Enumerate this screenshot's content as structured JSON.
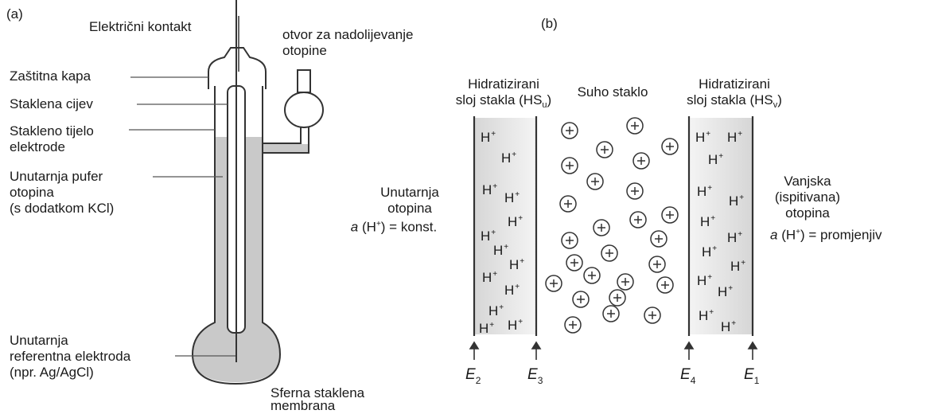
{
  "panel_a": {
    "tag": "(a)",
    "labels": {
      "contact": "Električni kontakt",
      "fill_hole_1": "otvor za nadolijevanje",
      "fill_hole_2": "otopine",
      "cap": "Zaštitna kapa",
      "tube": "Staklena cijev",
      "body_1": "Stakleno tijelo",
      "body_2": "elektrode",
      "buffer_1": "Unutarnja pufer",
      "buffer_2": "otopina",
      "buffer_3": "(s dodatkom KCl)",
      "ref_1": "Unutarnja",
      "ref_2": "referentna elektroda",
      "ref_3": "(npr. Ag/AgCl)",
      "membrane_1": "Sferna staklena",
      "membrane_2": "membrana"
    }
  },
  "panel_b": {
    "tag": "(b)",
    "left_layer_1": "Hidratizirani",
    "left_layer_2": "sloj stakla (HS",
    "left_layer_sub": "u",
    "dry_glass": "Suho staklo",
    "right_layer_1": "Hidratizirani",
    "right_layer_2": "sloj stakla (HS",
    "right_layer_sub": "v",
    "inner_1": "Unutarnja",
    "inner_2": "otopina",
    "inner_3_pre": "a",
    "inner_3_post": "(H",
    "inner_3_end": ") = konst.",
    "outer_1": "Vanjska",
    "outer_2": "(ispitivana)",
    "outer_3": "otopina",
    "outer_4_pre": "a",
    "outer_4_post": "(H",
    "outer_4_end": ") = promjenjiv",
    "ion_symbol": "H",
    "ion_charge": "+",
    "cation_symbol": "+",
    "potentials": [
      {
        "letter": "E",
        "sub": "2"
      },
      {
        "letter": "E",
        "sub": "3"
      },
      {
        "letter": "E",
        "sub": "4"
      },
      {
        "letter": "E",
        "sub": "1"
      }
    ]
  }
}
